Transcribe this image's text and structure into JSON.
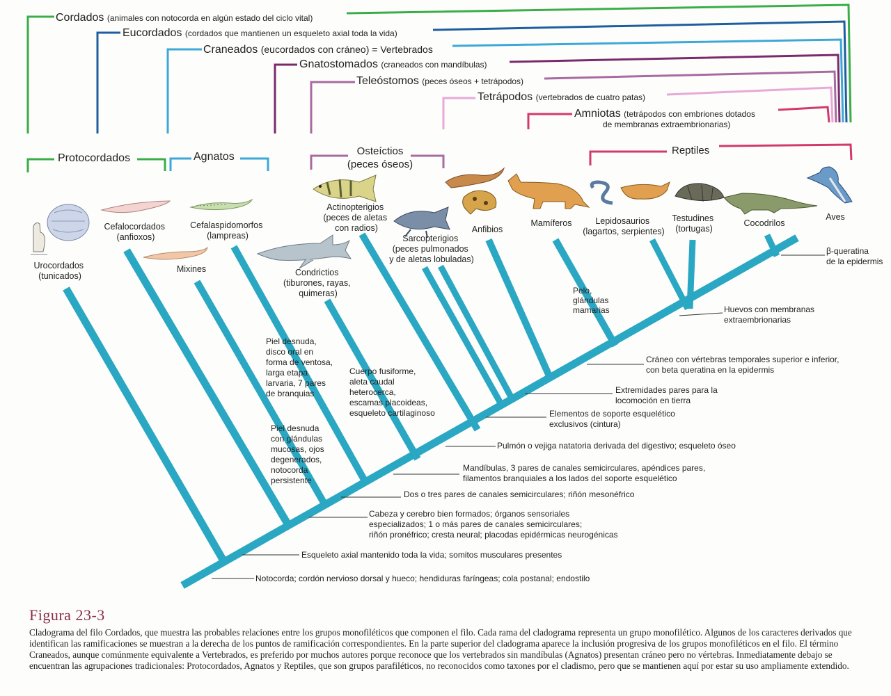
{
  "colors": {
    "trunk": "#2aa7c2",
    "cordados": "#3aad4a",
    "eucordados": "#1d5e9e",
    "craneados": "#3ca8d8",
    "gnatostomados": "#7a2a6a",
    "teleostomos": "#a86aa0",
    "tetrapodos": "#e7a9d8",
    "amniotas": "#d23a6a",
    "protocordados": "#3aad4a",
    "agnatos": "#3ca8d8",
    "osteictios": "#a86aa0",
    "reptiles": "#d23a6a",
    "caption_title": "#8a2a4a"
  },
  "top_groups": [
    {
      "name": "Cordados",
      "desc": "(animales con notocorda en algún estado del ciclo vital)",
      "color_key": "cordados"
    },
    {
      "name": "Eucordados",
      "desc": "(cordados que mantienen un esqueleto axial toda la vida)",
      "color_key": "eucordados"
    },
    {
      "name": "Craneados",
      "desc": "(eucordados con cráneo) = Vertebrados",
      "color_key": "craneados"
    },
    {
      "name": "Gnatostomados",
      "desc": "(craneados con mandíbulas)",
      "color_key": "gnatostomados"
    },
    {
      "name": "Teleóstomos",
      "desc": "(peces óseos + tetrápodos)",
      "color_key": "teleostomos"
    },
    {
      "name": "Tetrápodos",
      "desc": "(vertebrados de cuatro patas)",
      "color_key": "tetrapodos"
    },
    {
      "name": "Amniotas",
      "desc_line1": "(tetrápodos con embriones dotados",
      "desc_line2": "de membranas extraembrionarias)",
      "color_key": "amniotas"
    }
  ],
  "traditional_groups": {
    "protocordados": "Protocordados",
    "agnatos": "Agnatos",
    "osteictios_line1": "Osteíctios",
    "osteictios_line2": "(peces óseos)",
    "reptiles": "Reptiles"
  },
  "taxa": {
    "urocordados": [
      "Urocordados",
      "(tunicados)"
    ],
    "cefalocordados": [
      "Cefalocordados",
      "(anfioxos)"
    ],
    "mixines": [
      "Mixines"
    ],
    "cefalaspidomorfos": [
      "Cefalaspidomorfos",
      "(lampreas)"
    ],
    "condrictios": [
      "Condrictios",
      "(tiburones, rayas,",
      "quimeras)"
    ],
    "actinopterigios": [
      "Actinopterigios",
      "(peces de aletas",
      "con radios)"
    ],
    "sarcopterigios": [
      "Sarcopterigios",
      "(peces pulmonados",
      "y de aletas lobuladas)"
    ],
    "anfibios": [
      "Anfibios"
    ],
    "mamiferos": [
      "Mamíferos"
    ],
    "lepidosaurios": [
      "Lepidosaurios",
      "(lagartos, serpientes)"
    ],
    "testudines": [
      "Testudines",
      "(tortugas)"
    ],
    "cocodrilos": [
      "Cocodrilos"
    ],
    "aves": [
      "Aves"
    ]
  },
  "characters": {
    "notocorda": "Notocorda; cordón nervioso dorsal y hueco; hendiduras faríngeas; cola postanal; endostilo",
    "esqueleto_axial": "Esqueleto axial mantenido toda la vida; somitos musculares presentes",
    "cabeza": [
      "Cabeza y cerebro bien formados; órganos sensoriales",
      "especializados; 1 o más pares de canales semicirculares;",
      "riñón pronéfrico; cresta neural; placodas epidérmicas neurogénicas"
    ],
    "dos_tres_pares": "Dos o tres pares de canales semicirculares; riñón mesonéfrico",
    "mandibulas": [
      "Mandíbulas, 3 pares de canales semicirculares, apéndices pares,",
      "filamentos branquiales a los lados del soporte esquelético"
    ],
    "pulmon": "Pulmón o vejiga natatoria derivada del digestivo; esqueleto óseo",
    "elementos_soporte": [
      "Elementos de soporte esquelético",
      "exclusivos (cintura)"
    ],
    "extremidades": [
      "Extremidades pares para la",
      "locomoción en tierra"
    ],
    "craneo_vertebras": [
      "Cráneo con vértebras temporales superior e inferior,",
      "con beta queratina en la epidermis"
    ],
    "huevos": [
      "Huevos con membranas",
      "extraembrionarias"
    ],
    "pelo": [
      "Pelo,",
      "glándulas",
      "mamarias"
    ],
    "beta_queratina": [
      "β-queratina",
      "de la epidermis"
    ],
    "mixines_char": [
      "Piel desnuda",
      "con glándulas",
      "mucosas, ojos",
      "degenerados,",
      "notocorda",
      "persistente"
    ],
    "lampreas_char": [
      "Piel desnuda,",
      "disco oral en",
      "forma de ventosa,",
      "larga etapa",
      "larvaria, 7 pares",
      "de branquias"
    ],
    "condrictios_char": [
      "Cuerpo fusiforme,",
      "aleta caudal",
      "heterocerca,",
      "escamas placoideas,",
      "esqueleto cartilaginoso"
    ]
  },
  "caption": {
    "title": "Figura 23-3",
    "text": "Cladograma del filo Cordados, que muestra las probables relaciones entre los grupos monofiléticos que componen el filo. Cada rama del cladograma representa un grupo monofilético. Algunos de los caracteres derivados que identifican las ramificaciones se muestran a la derecha de los puntos de ramificación correspondientes. En la parte superior del cladograma aparece la inclusión progresiva de los grupos monofiléticos en el filo. El término Craneados, aunque comúnmente equivalente a Vertebrados, es preferido por muchos autores porque reconoce que los vertebrados sin mandíbulas (Agnatos) presentan cráneo pero no vértebras. Inmediatamente debajo se encuentran las agrupaciones tradicionales: Protocordados, Agnatos y Reptiles, que son grupos parafiléticos, no reconocidos como taxones por el cladismo, pero que se mantienen aquí por estar su uso ampliamente extendido."
  }
}
